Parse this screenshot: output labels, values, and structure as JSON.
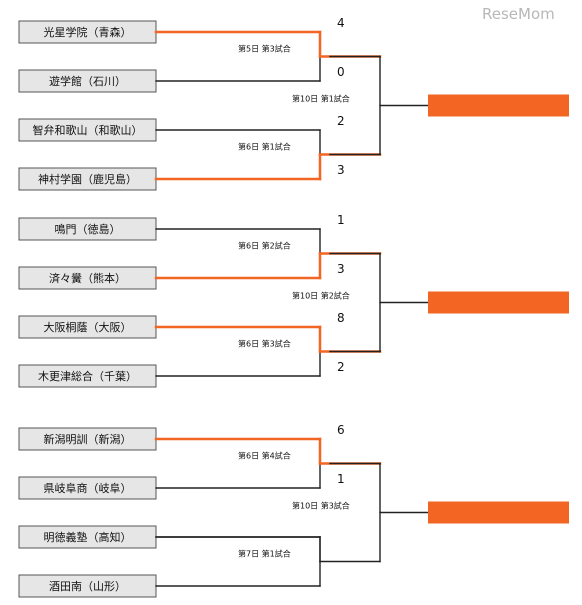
{
  "logo": "ReseMom",
  "colors": {
    "winner": "#f26522",
    "line": "#222222",
    "team_bg": "#e6e6e6",
    "team_border": "#555555",
    "final_box": "#f26522"
  },
  "groups": [
    {
      "final_match": "第10日 第1試合",
      "matches": [
        {
          "label": "第5日 第3試合",
          "winner": 0,
          "teams": [
            {
              "name": "光星学院（青森）",
              "score": "4"
            },
            {
              "name": "遊学館（石川）",
              "score": "0"
            }
          ]
        },
        {
          "label": "第6日 第1試合",
          "winner": 1,
          "teams": [
            {
              "name": "智弁和歌山（和歌山）",
              "score": "2"
            },
            {
              "name": "神村学園（鹿児島）",
              "score": "3"
            }
          ]
        }
      ]
    },
    {
      "final_match": "第10日 第2試合",
      "matches": [
        {
          "label": "第6日 第2試合",
          "winner": 1,
          "teams": [
            {
              "name": "鳴門（徳島）",
              "score": "1"
            },
            {
              "name": "済々黌（熊本）",
              "score": "3"
            }
          ]
        },
        {
          "label": "第6日 第3試合",
          "winner": 0,
          "teams": [
            {
              "name": "大阪桐蔭（大阪）",
              "score": "8"
            },
            {
              "name": "木更津総合（千葉）",
              "score": "2"
            }
          ]
        }
      ]
    },
    {
      "final_match": "第10日 第3試合",
      "matches": [
        {
          "label": "第6日 第4試合",
          "winner": 0,
          "teams": [
            {
              "name": "新潟明訓（新潟）",
              "score": "6"
            },
            {
              "name": "県岐阜商（岐阜）",
              "score": "1"
            }
          ]
        },
        {
          "label": "第7日 第1試合",
          "winner": null,
          "teams": [
            {
              "name": "明徳義塾（高知）",
              "score": ""
            },
            {
              "name": "酒田南（山形）",
              "score": ""
            }
          ]
        }
      ]
    }
  ]
}
